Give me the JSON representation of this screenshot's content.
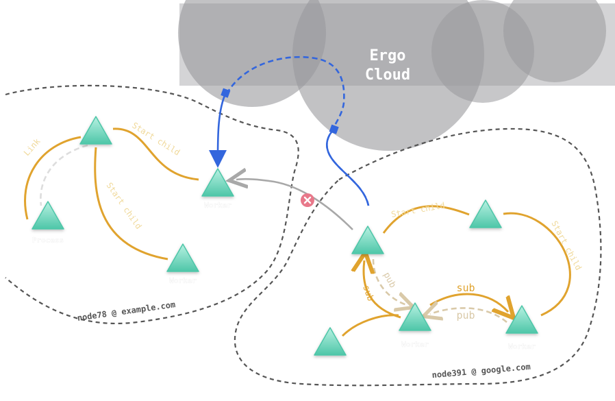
{
  "cloud": {
    "title_line1": "Ergo",
    "title_line2": "Cloud"
  },
  "nodes": {
    "left": {
      "label": "node78 @ example.com"
    },
    "right": {
      "label": "node391 @ google.com"
    }
  },
  "processes": {
    "left_worker_top": "Worker",
    "left_process": "Process",
    "left_worker_bottom": "Worker",
    "right_worker_mid": "Worker",
    "right_worker_right": "Worker"
  },
  "links": {
    "link": "Link",
    "start_child_1": "Start child",
    "start_child_2": "Start child",
    "start_child_3": "Start child",
    "start_child_4": "Start child",
    "pub_1": "pub",
    "sub_1": "sub",
    "sub_2": "sub",
    "pub_2": "pub"
  },
  "colors": {
    "cloud": "#8e8e92",
    "proxy_line": "#3366dd",
    "orange": "#e0a32e",
    "orange_light": "#f0d99a",
    "pub_dashed": "#d9c9a8",
    "gray_arrow": "#a8a8a8",
    "blocked": "#e8788a",
    "triangle_top": "#a7ecd9",
    "triangle_bottom": "#5fcfb3"
  }
}
